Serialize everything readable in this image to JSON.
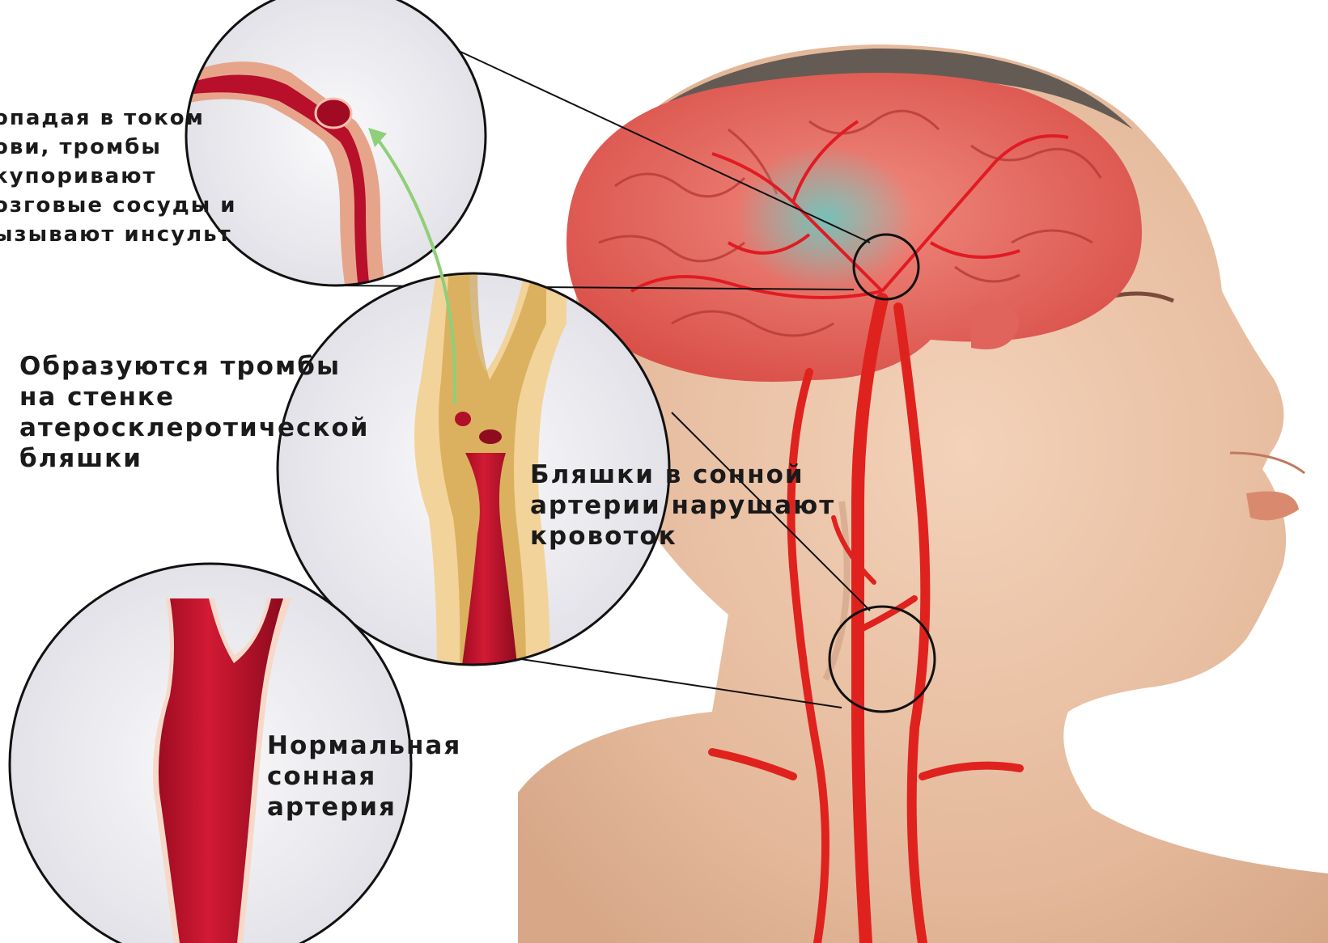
{
  "diagram": {
    "labels": {
      "stroke": [
        "опадая в током",
        "ови, тромбы",
        "купоривают",
        "озговые сосуды и",
        "ызывают инсульт"
      ],
      "thrombi": [
        "Образуются тромбы",
        "на стенке",
        "атеросклеротической",
        "бляшки"
      ],
      "plaque": [
        "Бляшки в сонной",
        "артерии нарушают",
        "кровоток"
      ],
      "normal": [
        "Нормальная",
        "сонная",
        "артерия"
      ]
    },
    "icons": {
      "head": "human-head-profile",
      "brain": "brain-with-arteries",
      "stroke_area": "ischemic-zone",
      "artery": "carotid-artery"
    },
    "colors": {
      "skin": "#e9c2a6",
      "brain": "#e8675e",
      "artery": "#d61f26",
      "blood": "#b7102a",
      "plaque": "#f2d08a",
      "ischemia": "#7fc9c0",
      "arrow": "#8fcf7a",
      "lens_fill": "#f1f1f5"
    }
  }
}
